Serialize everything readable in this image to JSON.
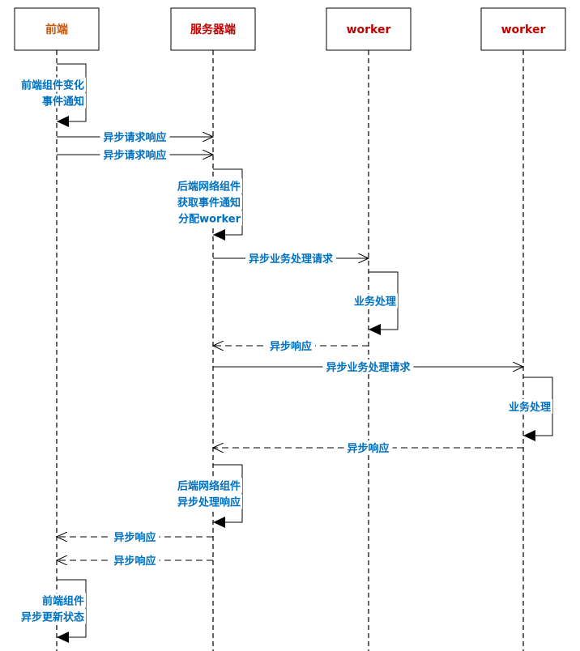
{
  "participants": [
    {
      "label": "前端",
      "color": "#c55a11"
    },
    {
      "label": "服务器端",
      "color": "#c00000"
    },
    {
      "label": "worker",
      "color": "#c00000"
    },
    {
      "label": "worker",
      "color": "#c00000"
    }
  ],
  "messages": [
    {
      "kind": "self",
      "from": 0,
      "lines": [
        "前端组件变化",
        "事件通知"
      ]
    },
    {
      "kind": "async",
      "from": 0,
      "to": 1,
      "label": "异步请求响应"
    },
    {
      "kind": "async",
      "from": 0,
      "to": 1,
      "label": "异步请求响应"
    },
    {
      "kind": "self",
      "from": 1,
      "lines": [
        "后端网络组件",
        "获取事件通知",
        "分配worker"
      ]
    },
    {
      "kind": "async",
      "from": 1,
      "to": 2,
      "label": "异步业务处理请求"
    },
    {
      "kind": "self",
      "from": 2,
      "lines": [
        "业务处理"
      ]
    },
    {
      "kind": "reply",
      "from": 2,
      "to": 1,
      "label": "异步响应"
    },
    {
      "kind": "async",
      "from": 1,
      "to": 3,
      "label": "异步业务处理请求"
    },
    {
      "kind": "self",
      "from": 3,
      "lines": [
        "业务处理"
      ]
    },
    {
      "kind": "reply",
      "from": 3,
      "to": 1,
      "label": "异步响应"
    },
    {
      "kind": "self",
      "from": 1,
      "lines": [
        "后端网络组件",
        "异步处理响应"
      ]
    },
    {
      "kind": "reply",
      "from": 1,
      "to": 0,
      "label": "异步响应"
    },
    {
      "kind": "reply",
      "from": 1,
      "to": 0,
      "label": "异步响应"
    },
    {
      "kind": "self",
      "from": 0,
      "lines": [
        "前端组件",
        "异步更新状态"
      ]
    }
  ],
  "colors": {
    "message_text": "#0070c0",
    "line": "#000000"
  }
}
